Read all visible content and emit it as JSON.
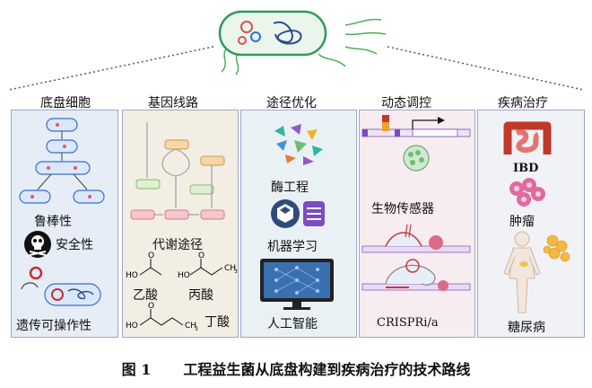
{
  "columns": [
    {
      "title": "底盘细胞",
      "items": [
        "鲁棒性",
        "安全性",
        "遗传可操作性"
      ]
    },
    {
      "title": "基因线路",
      "items": [
        "代谢途径",
        "乙酸",
        "丙酸",
        "丁酸"
      ]
    },
    {
      "title": "途径优化",
      "items": [
        "酶工程",
        "机器学习",
        "人工智能"
      ]
    },
    {
      "title": "动态调控",
      "items": [
        "生物传感器",
        "CRISPRi/a"
      ]
    },
    {
      "title": "疾病治疗",
      "items": [
        "IBD",
        "肿瘤",
        "糖尿病"
      ]
    }
  ],
  "chem": {
    "ho1": "HO",
    "o1": "O",
    "ho2": "HO",
    "o2": "O",
    "ch3": "CH",
    "ho3": "HO",
    "o3": "O",
    "ch3b": "CH"
  },
  "caption": {
    "number": "图 1",
    "text": "工程益生菌从底盘构建到疾病治疗的技术路线"
  },
  "colors": {
    "panel1": "#e6edf7",
    "panel2": "#f3eee4",
    "panel3": "#eaf1f5",
    "panel4": "#f7ecf0",
    "panel5": "#f0f2f6",
    "bacterium": "#2e9b5a"
  }
}
